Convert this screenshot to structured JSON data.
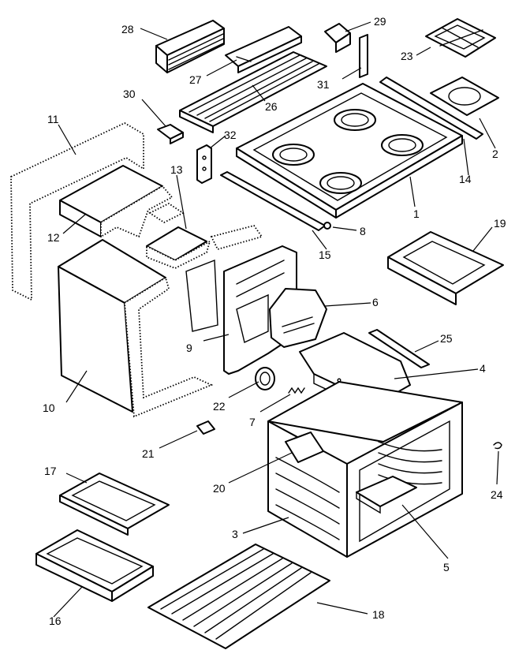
{
  "diagram": {
    "callouts": {
      "c1": "1",
      "c2": "2",
      "c3": "3",
      "c4": "4",
      "c5": "5",
      "c6": "6",
      "c7": "7",
      "c8": "8",
      "c9": "9",
      "c10": "10",
      "c11": "11",
      "c12": "12",
      "c13": "13",
      "c14": "14",
      "c15": "15",
      "c16": "16",
      "c17": "17",
      "c18": "18",
      "c19": "19",
      "c20": "20",
      "c21": "21",
      "c22": "22",
      "c23": "23",
      "c24": "24",
      "c25": "25",
      "c26": "26",
      "c27": "27",
      "c28": "28",
      "c29": "29",
      "c30": "30",
      "c31": "31",
      "c32": "32"
    }
  }
}
